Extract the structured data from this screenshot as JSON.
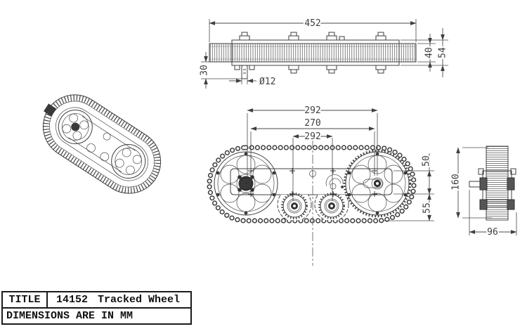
{
  "title_block": {
    "label": "TITLE",
    "part_number": "14152",
    "part_name": "Tracked Wheel",
    "note": "DIMENSIONS ARE IN MM"
  },
  "dims": {
    "top_length": "452",
    "top_band_height": "40",
    "top_total_height": "54",
    "top_axle_drop": "30",
    "top_axle_diameter": "Ø12",
    "front_outer_span": "292",
    "front_mid_span": "270",
    "front_inner_span": "292",
    "front_upper_height": "50",
    "front_lower_height": "55",
    "side_height": "160",
    "side_width": "96"
  },
  "colors": {
    "line": "#3f3f3f",
    "background": "#ffffff"
  }
}
